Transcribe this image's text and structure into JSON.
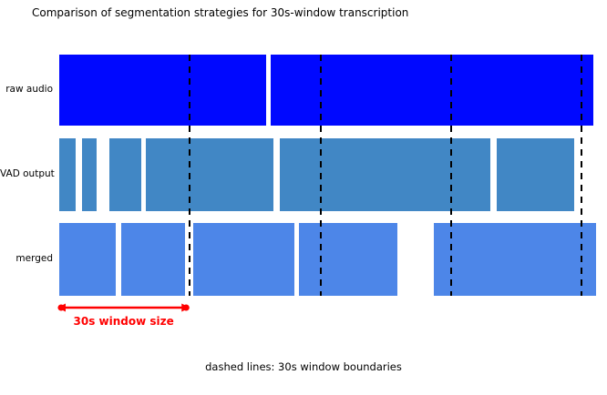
{
  "page": {
    "background": "#ffffff"
  },
  "title": {
    "text": "Comparison of segmentation strategies for 30s-window transcription"
  },
  "caption": {
    "text": "dashed lines: 30s window boundaries"
  },
  "chart_data": {
    "type": "bar",
    "variant": "timeline-segments",
    "unit": "seconds",
    "xlim": [
      0,
      126
    ],
    "window_size_s": 30,
    "window_boundaries_s": [
      30,
      60,
      90,
      120
    ],
    "boundary_line_style": "dashed",
    "boundary_line_color": "#000000",
    "rows": [
      {
        "label": "raw audio",
        "color": "#0008ff",
        "segments_s": [
          [
            0,
            47.5
          ],
          [
            48.6,
            122.7
          ]
        ]
      },
      {
        "label": "VAD output",
        "color": "#4187c5",
        "segments_s": [
          [
            0,
            3.8
          ],
          [
            5.2,
            8.6
          ],
          [
            11.5,
            18.8
          ],
          [
            19.9,
            49.2
          ],
          [
            50.7,
            99.0
          ],
          [
            100.5,
            118.3
          ]
        ]
      },
      {
        "label": "merged",
        "color": "#4d86e8",
        "segments_s": [
          [
            0,
            13.0
          ],
          [
            14.2,
            28.9
          ],
          [
            30.8,
            54.0
          ],
          [
            55.1,
            77.7
          ],
          [
            86.1,
            123.3
          ]
        ]
      }
    ],
    "annotations": [
      {
        "type": "double-arrow",
        "from_s": 0,
        "to_s": 30,
        "label": "30s window size",
        "color": "#ff0000"
      }
    ]
  }
}
